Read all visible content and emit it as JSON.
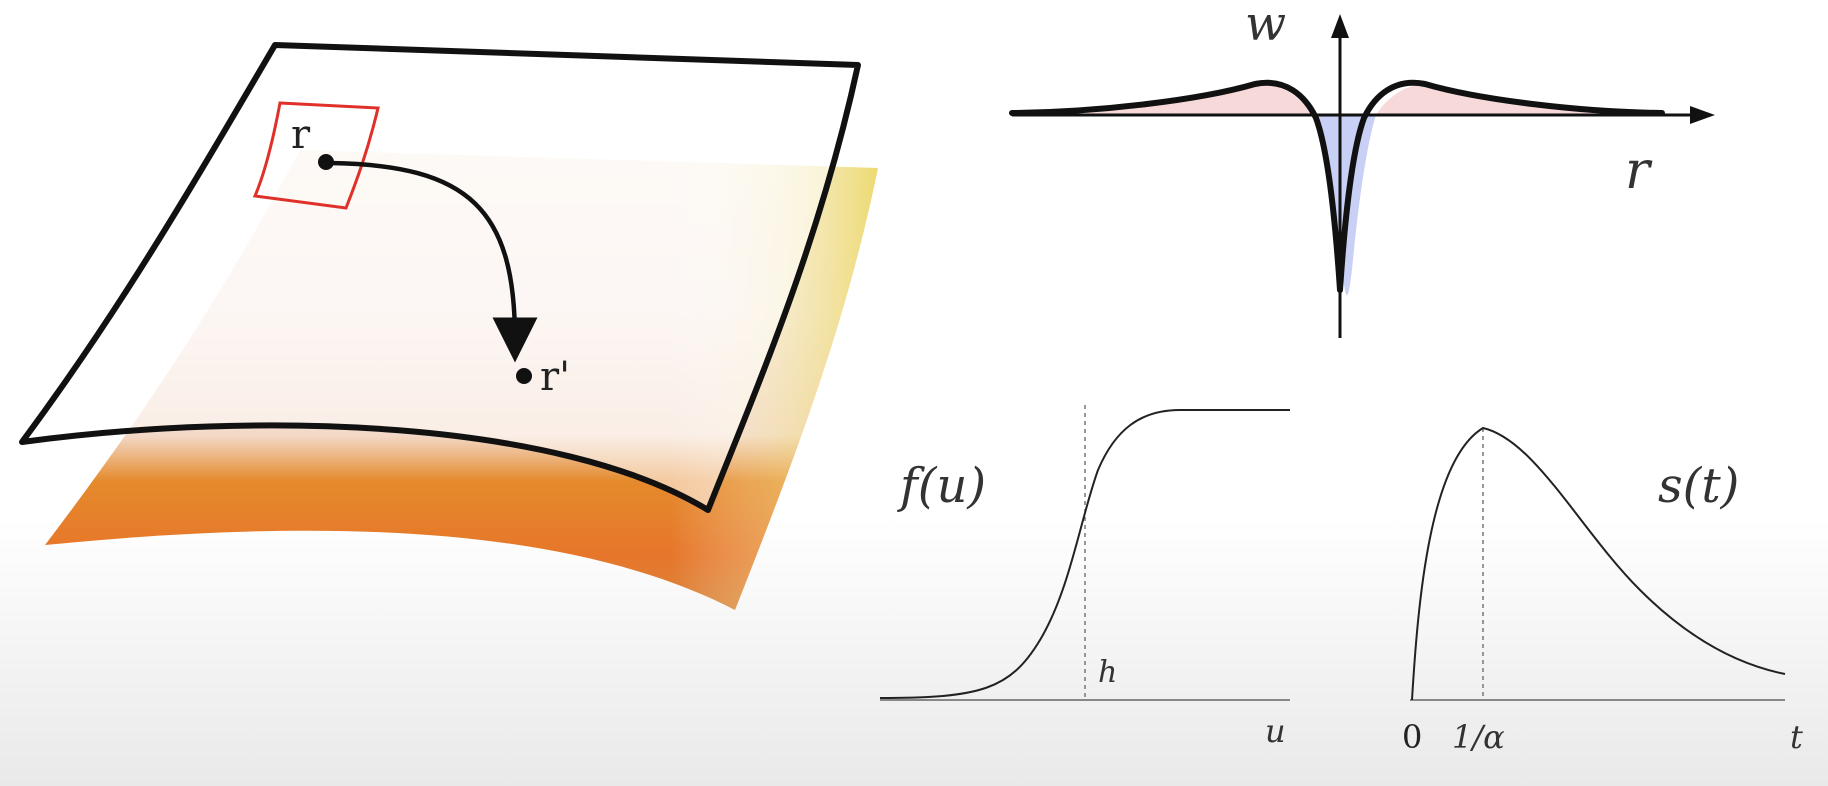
{
  "colors": {
    "surface_outline": "#111111",
    "patch_outline": "#e0302a",
    "excitatory_fill": "#f7d9d9",
    "inhibitory_fill": "#c9d0f5",
    "heat_dark": "#e27a2a",
    "heat_bright": "#e8d24a"
  },
  "surface": {
    "point_r": "r",
    "point_r_prime": "r'"
  },
  "kernel_plot": {
    "x_label": "r",
    "y_label": "w"
  },
  "f_plot": {
    "label": "f(u)",
    "x_label": "u",
    "threshold_label": "h"
  },
  "s_plot": {
    "label": "s(t)",
    "x_label": "t",
    "tick_zero": "0",
    "tick_peak": "1/α"
  }
}
